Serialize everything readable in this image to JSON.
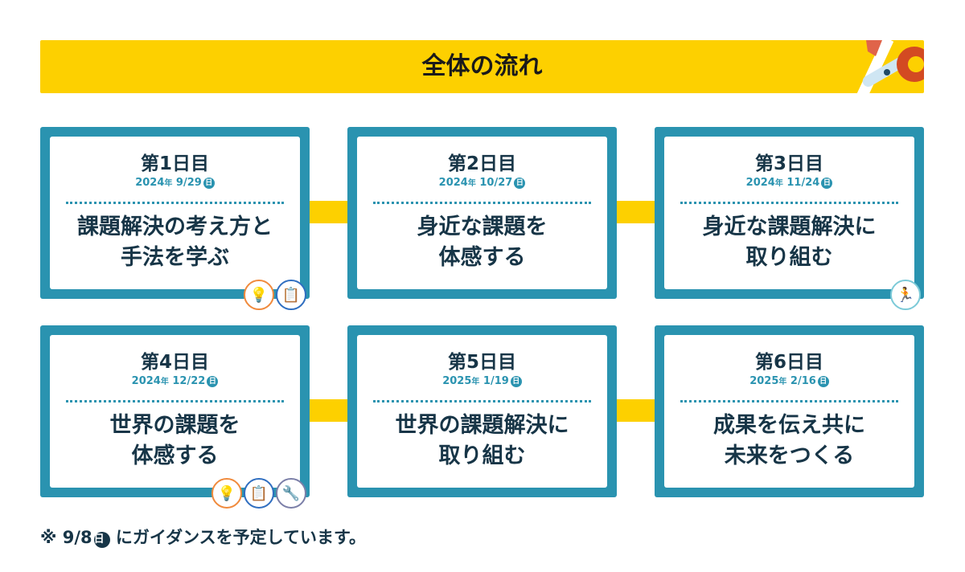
{
  "header": {
    "title": "全体の流れ",
    "icon": "scissors-icon"
  },
  "sessions": [
    {
      "day": "第1日目",
      "year": "2024",
      "year_unit": "年",
      "date": "9/29",
      "weekday": "日",
      "title_lines": [
        "課題解決の考え方と",
        "手法を学ぶ"
      ],
      "icons": [
        "idea-head-icon",
        "clipboard-icon"
      ]
    },
    {
      "day": "第2日目",
      "year": "2024",
      "year_unit": "年",
      "date": "10/27",
      "weekday": "日",
      "title_lines": [
        "身近な課題を",
        "体感する"
      ],
      "icons": []
    },
    {
      "day": "第3日目",
      "year": "2024",
      "year_unit": "年",
      "date": "11/24",
      "weekday": "日",
      "title_lines": [
        "身近な課題解決に",
        "取り組む"
      ],
      "icons": [
        "running-icon"
      ]
    },
    {
      "day": "第4日目",
      "year": "2024",
      "year_unit": "年",
      "date": "12/22",
      "weekday": "日",
      "title_lines": [
        "世界の課題を",
        "体感する"
      ],
      "icons": [
        "idea-head-icon",
        "clipboard-icon",
        "tools-icon"
      ]
    },
    {
      "day": "第5日目",
      "year": "2025",
      "year_unit": "年",
      "date": "1/19",
      "weekday": "日",
      "title_lines": [
        "世界の課題解決に",
        "取り組む"
      ],
      "icons": []
    },
    {
      "day": "第6日目",
      "year": "2025",
      "year_unit": "年",
      "date": "2/16",
      "weekday": "日",
      "title_lines": [
        "成果を伝え共に",
        "未来をつくる"
      ],
      "icons": []
    }
  ],
  "footnote": {
    "prefix": "※ 9/8",
    "weekday": "日",
    "suffix": " にガイダンスを予定しています。"
  },
  "colors": {
    "accent": "#FDD000",
    "teal": "#2A93B0",
    "text": "#173547"
  }
}
